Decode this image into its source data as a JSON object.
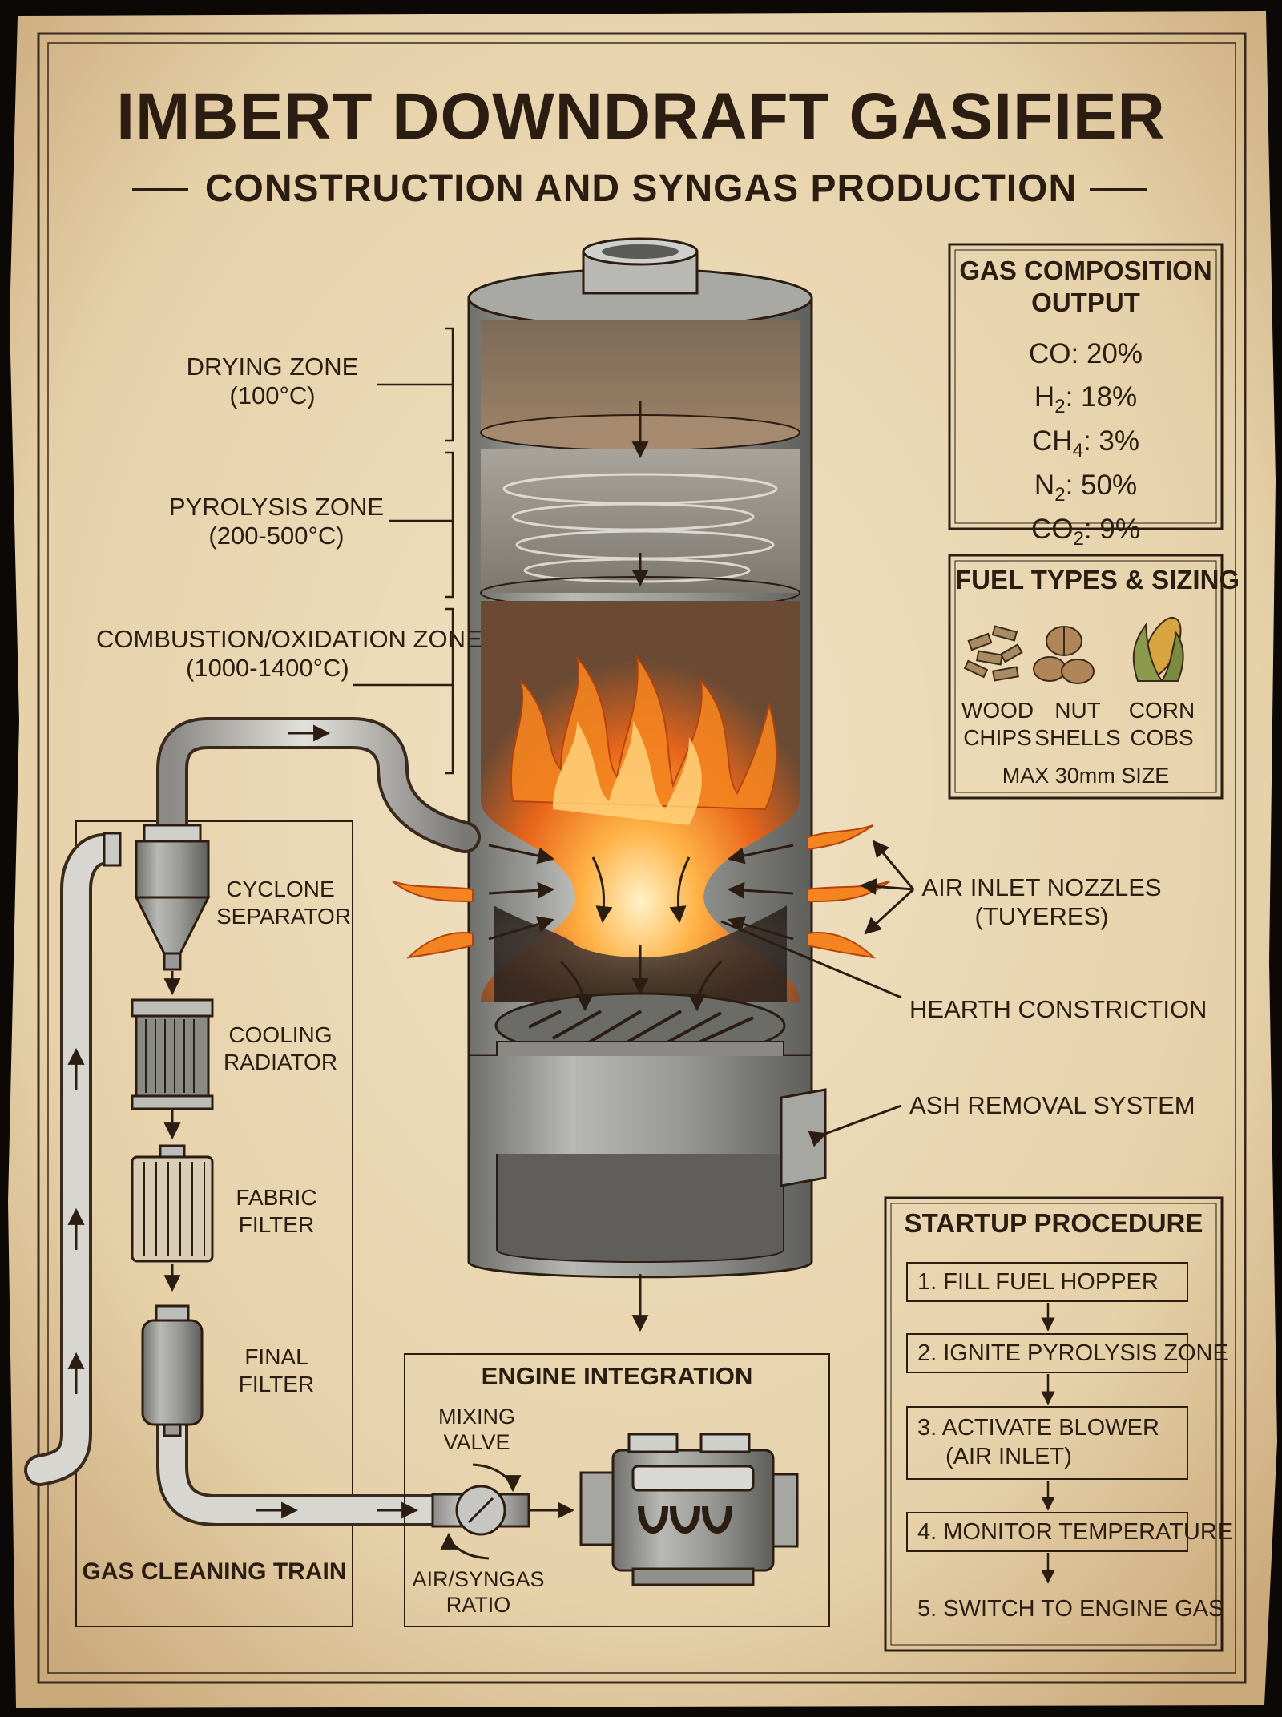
{
  "title": "IMBERT DOWNDRAFT GASIFIER",
  "subtitle": "CONSTRUCTION AND SYNGAS PRODUCTION",
  "zones": {
    "drying": {
      "name": "DRYING ZONE",
      "temp": "(100°C)"
    },
    "pyrolysis": {
      "name": "PYROLYSIS ZONE",
      "temp": "(200-500°C)"
    },
    "combustion": {
      "name": "COMBUSTION/OXIDATION ZONE",
      "temp": "(1000-1400°C)"
    }
  },
  "callouts": {
    "air_inlet": [
      "AIR INLET NOZZLES",
      "(TUYERES)"
    ],
    "hearth": "HEARTH CONSTRICTION",
    "ash": "ASH REMOVAL SYSTEM"
  },
  "gas_composition": {
    "title": [
      "GAS COMPOSITION",
      "OUTPUT"
    ],
    "items": [
      {
        "formula": "CO",
        "sub": "",
        "value": ": 20%"
      },
      {
        "formula": "H",
        "sub": "2",
        "value": ": 18%"
      },
      {
        "formula": "CH",
        "sub": "4",
        "value": ": 3%"
      },
      {
        "formula": "N",
        "sub": "2",
        "value": ": 50%"
      },
      {
        "formula": "CO",
        "sub": "2",
        "value": ": 9%"
      }
    ]
  },
  "fuel_types": {
    "title": "FUEL TYPES & SIZING",
    "items": [
      {
        "line1": "WOOD",
        "line2": "CHIPS",
        "icon": "wood-chips-icon"
      },
      {
        "line1": "NUT",
        "line2": "SHELLS",
        "icon": "nut-shells-icon"
      },
      {
        "line1": "CORN",
        "line2": "COBS",
        "icon": "corn-cob-icon"
      }
    ],
    "note": "MAX 30mm SIZE"
  },
  "cleaning_train": {
    "title": "GAS CLEANING TRAIN",
    "cyclone": [
      "CYCLONE",
      "SEPARATOR"
    ],
    "radiator": [
      "COOLING",
      "RADIATOR"
    ],
    "fabric": [
      "FABRIC",
      "FILTER"
    ],
    "final": [
      "FINAL",
      "FILTER"
    ]
  },
  "engine": {
    "title": "ENGINE INTEGRATION",
    "valve": [
      "MIXING",
      "VALVE"
    ],
    "ratio": [
      "AIR/SYNGAS",
      "RATIO"
    ]
  },
  "startup": {
    "title": "STARTUP PROCEDURE",
    "steps": [
      "1. FILL FUEL HOPPER",
      "2. IGNITE PYROLYSIS ZONE",
      "3. ACTIVATE BLOWER",
      "(AIR INLET)",
      "4. MONITOR TEMPERATURE",
      "5. SWITCH TO ENGINE GAS"
    ]
  },
  "colors": {
    "paper": "#ead7b4",
    "ink": "#2b1d12",
    "flame": "#f07a1a",
    "steel": "#8f8f8c"
  }
}
